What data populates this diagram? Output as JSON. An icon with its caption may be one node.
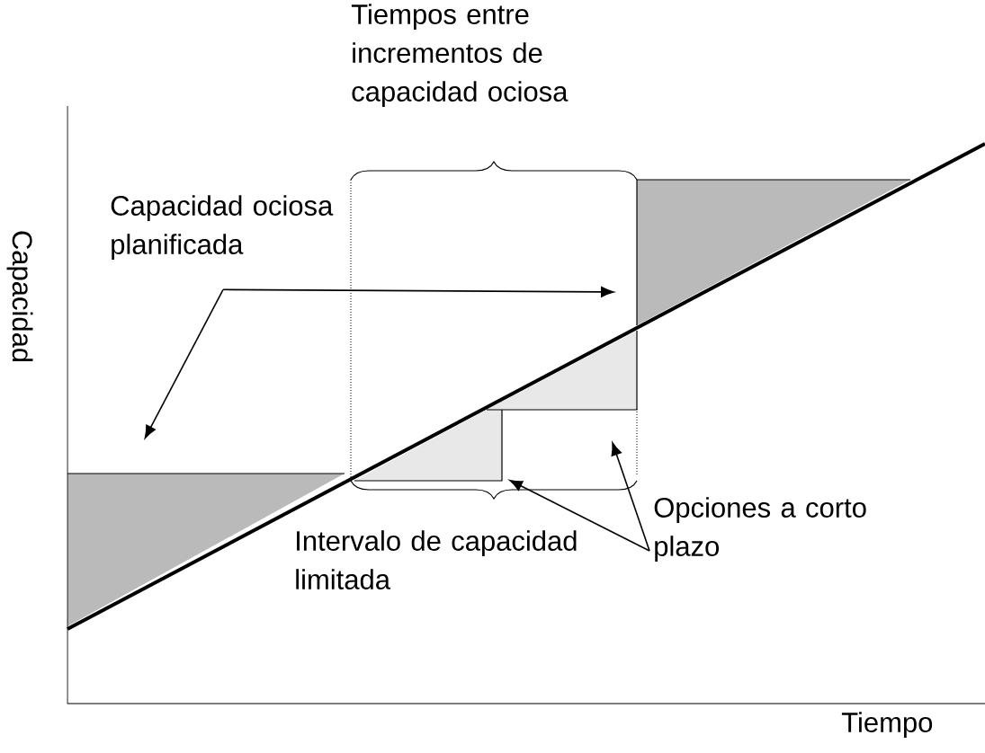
{
  "diagram": {
    "nodes": [
      {
        "text": [
          "Capacidad ociosa planificada"
        ]
      },
      {
        "text": [
          "Opciones a corto plazo"
        ]
      },
      {
        "text": [],
        "shape": "triangle"
      },
      {
        "text": [],
        "shape": "triangle"
      },
      {
        "text": [],
        "shape": "triangle"
      },
      {
        "text": [],
        "shape": "triangle"
      }
    ],
    "edges": [
      {
        "from": 0,
        "to": null,
        "arrow": "to"
      },
      {
        "from": 0,
        "to": null,
        "arrow": "to"
      },
      {
        "from": 1,
        "to": 4,
        "arrow": "to"
      },
      {
        "from": 1,
        "to": null,
        "arrow": "to"
      }
    ],
    "labels": [
      "Tiempos entre incrementos de capacidad ociosa",
      "Capacidad",
      "Intervalo de capacidad limitada",
      "Tiempo"
    ]
  }
}
